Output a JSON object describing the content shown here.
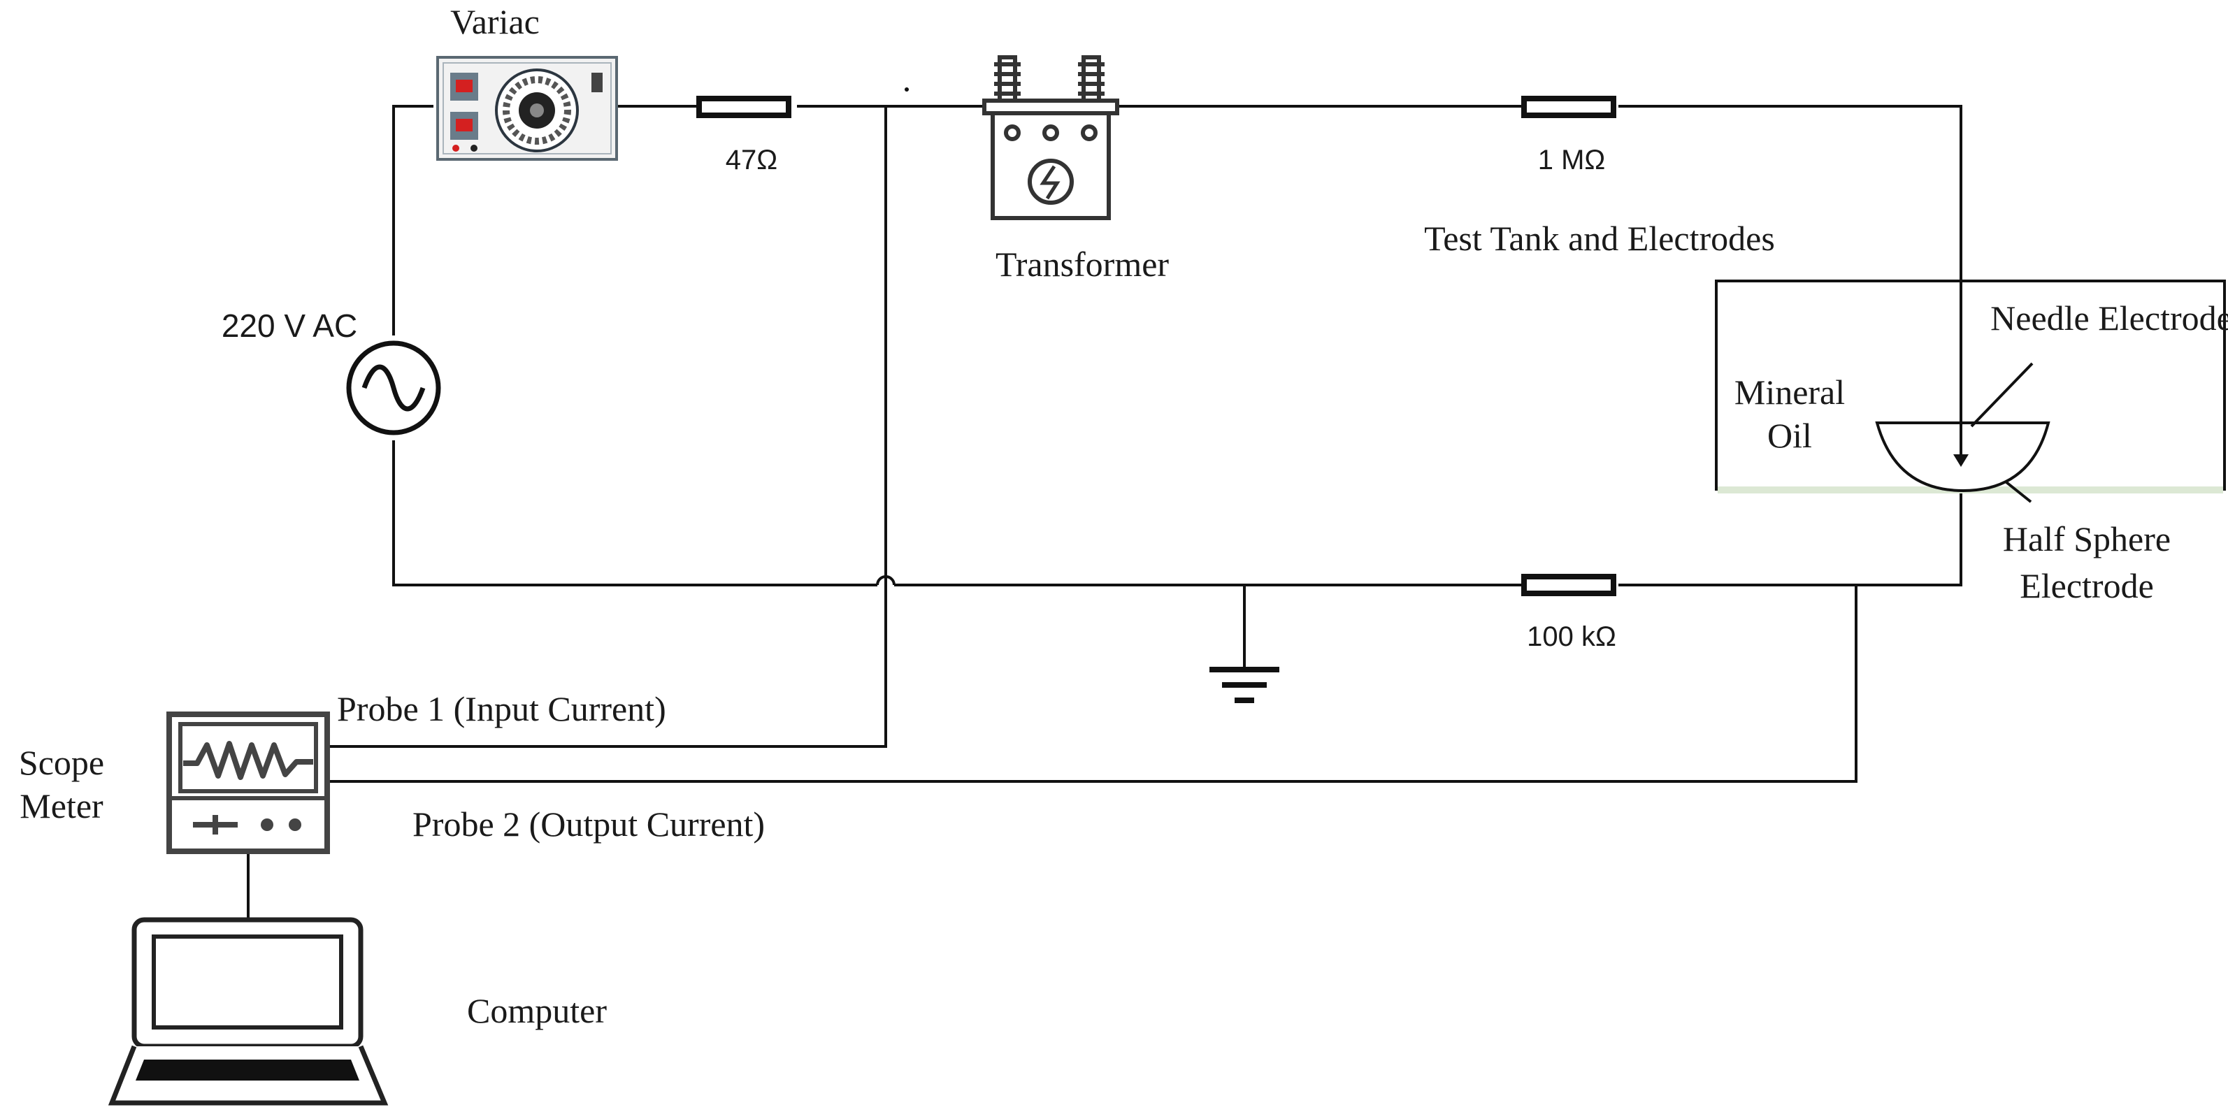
{
  "labels": {
    "variac": "Variac",
    "source": "220 V AC",
    "r1": "47Ω",
    "transformer": "Transformer",
    "r2": "1 MΩ",
    "tank_title": "Test Tank and Electrodes",
    "needle": "Needle Electrode",
    "mineral_line1": "Mineral",
    "mineral_line2": "Oil",
    "half_line1": "Half Sphere",
    "half_line2": "Electrode",
    "r3": "100 kΩ",
    "probe1": "Probe 1 (Input Current)",
    "probe2": "Probe 2 (Output Current)",
    "scope_line1": "Scope",
    "scope_line2": "Meter",
    "computer": "Computer"
  },
  "icons": [
    "variac-icon",
    "ac-source-icon",
    "resistor-icon",
    "transformer-icon",
    "ground-icon",
    "oscilloscope-icon",
    "laptop-icon"
  ],
  "colors": {
    "line": "#111111",
    "oil_surface": "#dce8d4",
    "variac_panel": "#6a7c8a",
    "variac_red": "#d42020"
  }
}
